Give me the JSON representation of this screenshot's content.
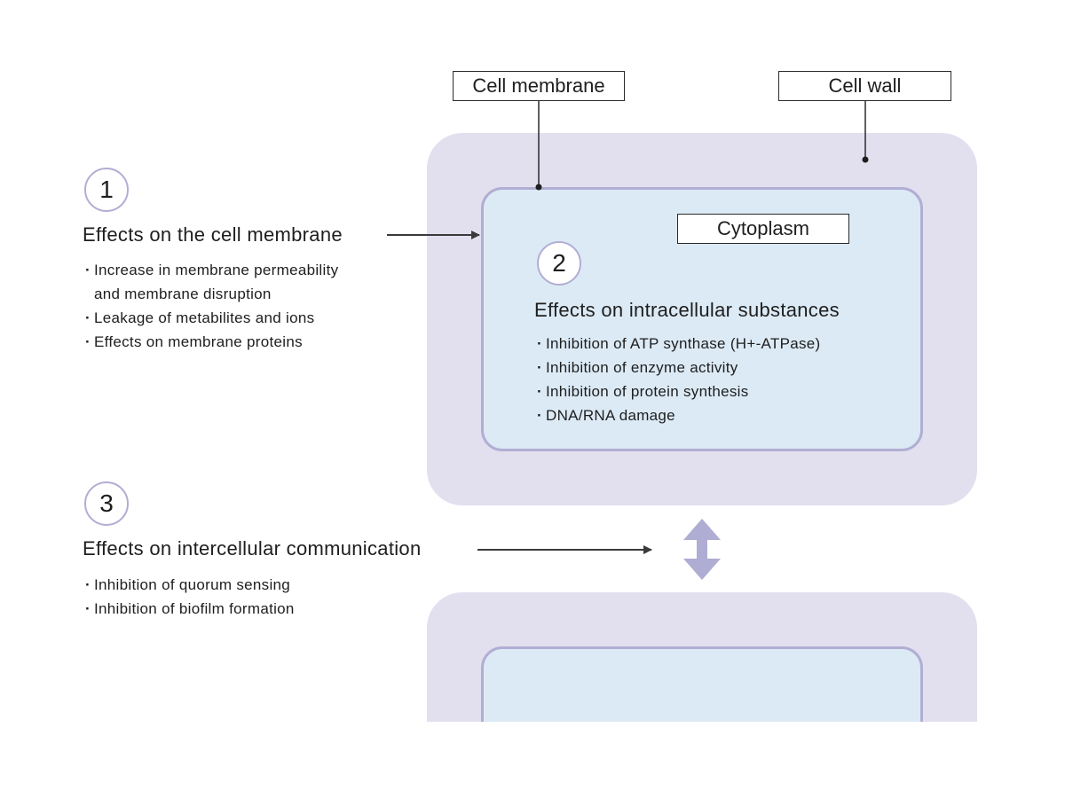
{
  "labels": {
    "cell_membrane": "Cell membrane",
    "cell_wall": "Cell wall",
    "cytoplasm": "Cytoplasm"
  },
  "sections": [
    {
      "number": "1",
      "heading": "Effects on the cell membrane",
      "bullets": [
        "Increase in membrane permeability\nand membrane disruption",
        "Leakage of metabilites and ions",
        "Effects on membrane proteins"
      ]
    },
    {
      "number": "2",
      "heading": "Effects on intracellular substances",
      "bullets": [
        "Inhibition of ATP synthase (H+-ATPase)",
        "Inhibition of enzyme activity",
        "Inhibition of protein synthesis",
        "DNA/RNA damage"
      ]
    },
    {
      "number": "3",
      "heading": "Effects on intercellular communication",
      "bullets": [
        "Inhibition of quorum sensing",
        "Inhibition of biofilm formation"
      ]
    }
  ],
  "colors": {
    "cell_wall_fill": "#e2e0ef",
    "membrane_fill": "#dceaf5",
    "membrane_border": "#b1aed4",
    "double_arrow": "#afadd3",
    "arrow": "#3a3a3a"
  },
  "icons": {
    "double_arrow": "vertical-double-arrow-icon"
  }
}
